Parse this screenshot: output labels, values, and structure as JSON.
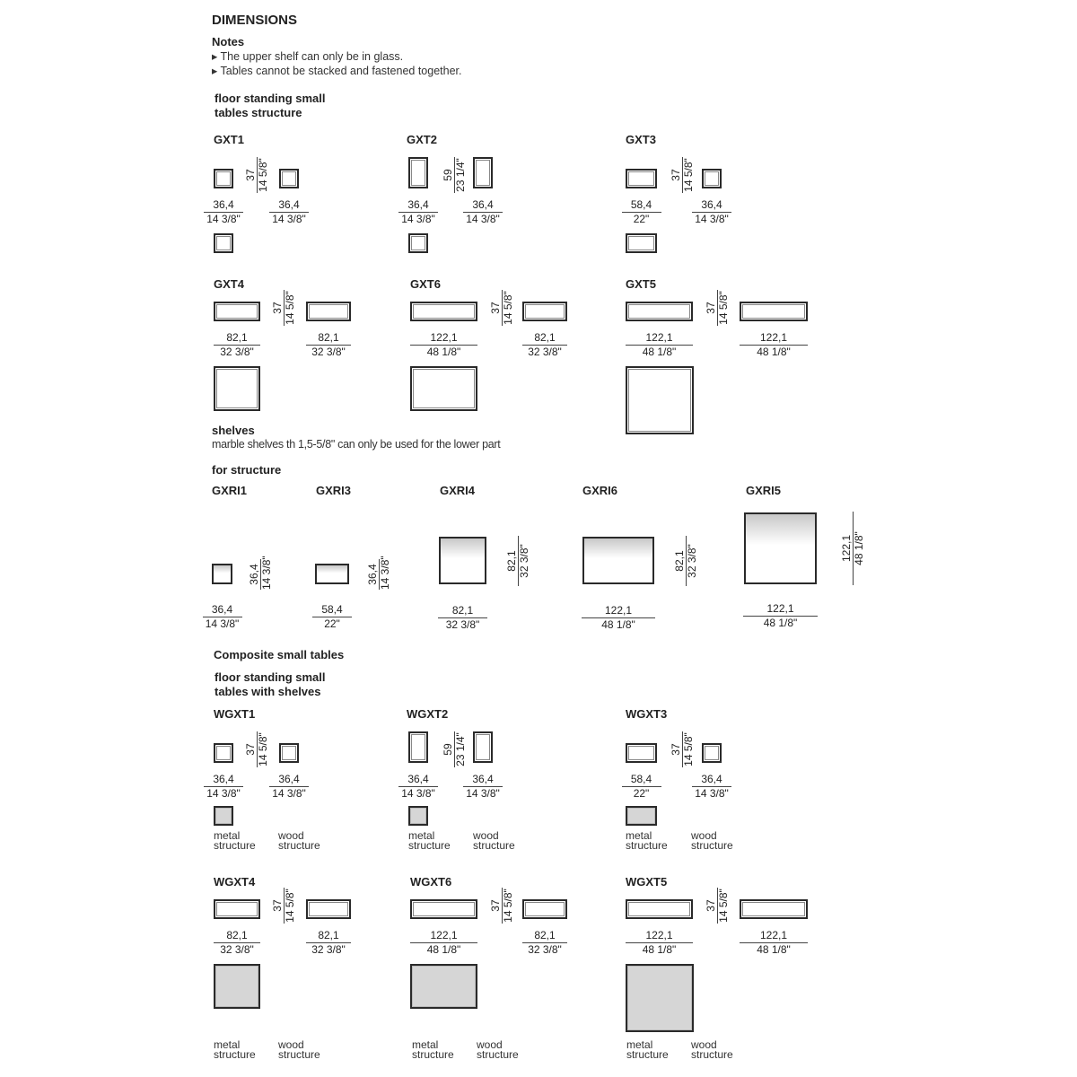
{
  "title": "DIMENSIONS",
  "notes": {
    "heading": "Notes",
    "items": [
      "▸ The upper shelf can only be in glass.",
      "▸ Tables cannot be stacked and fastened together."
    ]
  },
  "structure": {
    "heading_lines": [
      "floor standing small",
      "tables structure"
    ],
    "items": [
      {
        "code": "GXT1",
        "left": {
          "cm": "36,4",
          "in": "14 3/8\""
        },
        "height": {
          "cm": "37",
          "in": "14 5/8\""
        },
        "right": {
          "cm": "36,4",
          "in": "14 3/8\""
        }
      },
      {
        "code": "GXT2",
        "left": {
          "cm": "36,4",
          "in": "14 3/8\""
        },
        "height": {
          "cm": "59",
          "in": "23 1/4\""
        },
        "right": {
          "cm": "36,4",
          "in": "14 3/8\""
        }
      },
      {
        "code": "GXT3",
        "left": {
          "cm": "58,4",
          "in": "22\""
        },
        "height": {
          "cm": "37",
          "in": "14 5/8\""
        },
        "right": {
          "cm": "36,4",
          "in": "14 3/8\""
        }
      },
      {
        "code": "GXT4",
        "left": {
          "cm": "82,1",
          "in": "32 3/8\""
        },
        "height": {
          "cm": "37",
          "in": "14 5/8\""
        },
        "right": {
          "cm": "82,1",
          "in": "32 3/8\""
        }
      },
      {
        "code": "GXT6",
        "left": {
          "cm": "122,1",
          "in": "48 1/8\""
        },
        "height": {
          "cm": "37",
          "in": "14 5/8\""
        },
        "right": {
          "cm": "82,1",
          "in": "32 3/8\""
        }
      },
      {
        "code": "GXT5",
        "left": {
          "cm": "122,1",
          "in": "48 1/8\""
        },
        "height": {
          "cm": "37",
          "in": "14 5/8\""
        },
        "right": {
          "cm": "122,1",
          "in": "48 1/8\""
        }
      }
    ]
  },
  "shelves": {
    "heading": "shelves",
    "note": "marble shelves th 1,5-5/8\" can only be used for the lower part",
    "for_structure": "for structure",
    "items": [
      {
        "code": "GXRI1",
        "width": {
          "cm": "36,4",
          "in": "14 3/8\""
        },
        "depth": {
          "cm": "36,4",
          "in": "14 3/8\""
        }
      },
      {
        "code": "GXRI3",
        "width": {
          "cm": "58,4",
          "in": "22\""
        },
        "depth": {
          "cm": "36,4",
          "in": "14 3/8\""
        }
      },
      {
        "code": "GXRI4",
        "width": {
          "cm": "82,1",
          "in": "32 3/8\""
        },
        "depth": {
          "cm": "82,1",
          "in": "32 3/8\""
        }
      },
      {
        "code": "GXRI6",
        "width": {
          "cm": "122,1",
          "in": "48 1/8\""
        },
        "depth": {
          "cm": "82,1",
          "in": "32 3/8\""
        }
      },
      {
        "code": "GXRI5",
        "width": {
          "cm": "122,1",
          "in": "48 1/8\""
        },
        "depth": {
          "cm": "122,1",
          "in": "48 1/8\""
        }
      }
    ]
  },
  "composite": {
    "heading": "Composite small tables",
    "sub_lines": [
      "floor standing small",
      "tables with shelves"
    ],
    "metal_label": [
      "metal",
      "structure"
    ],
    "wood_label": [
      "wood",
      "structure"
    ],
    "items": [
      {
        "code": "WGXT1",
        "left": {
          "cm": "36,4",
          "in": "14 3/8\""
        },
        "height": {
          "cm": "37",
          "in": "14 5/8\""
        },
        "right": {
          "cm": "36,4",
          "in": "14 3/8\""
        }
      },
      {
        "code": "WGXT2",
        "left": {
          "cm": "36,4",
          "in": "14 3/8\""
        },
        "height": {
          "cm": "59",
          "in": "23 1/4\""
        },
        "right": {
          "cm": "36,4",
          "in": "14 3/8\""
        }
      },
      {
        "code": "WGXT3",
        "left": {
          "cm": "58,4",
          "in": "22\""
        },
        "height": {
          "cm": "37",
          "in": "14 5/8\""
        },
        "right": {
          "cm": "36,4",
          "in": "14 3/8\""
        }
      },
      {
        "code": "WGXT4",
        "left": {
          "cm": "82,1",
          "in": "32 3/8\""
        },
        "height": {
          "cm": "37",
          "in": "14 5/8\""
        },
        "right": {
          "cm": "82,1",
          "in": "32 3/8\""
        }
      },
      {
        "code": "WGXT6",
        "left": {
          "cm": "122,1",
          "in": "48 1/8\""
        },
        "height": {
          "cm": "37",
          "in": "14 5/8\""
        },
        "right": {
          "cm": "82,1",
          "in": "32 3/8\""
        }
      },
      {
        "code": "WGXT5",
        "left": {
          "cm": "122,1",
          "in": "48 1/8\""
        },
        "height": {
          "cm": "37",
          "in": "14 5/8\""
        },
        "right": {
          "cm": "122,1",
          "in": "48 1/8\""
        }
      }
    ]
  }
}
